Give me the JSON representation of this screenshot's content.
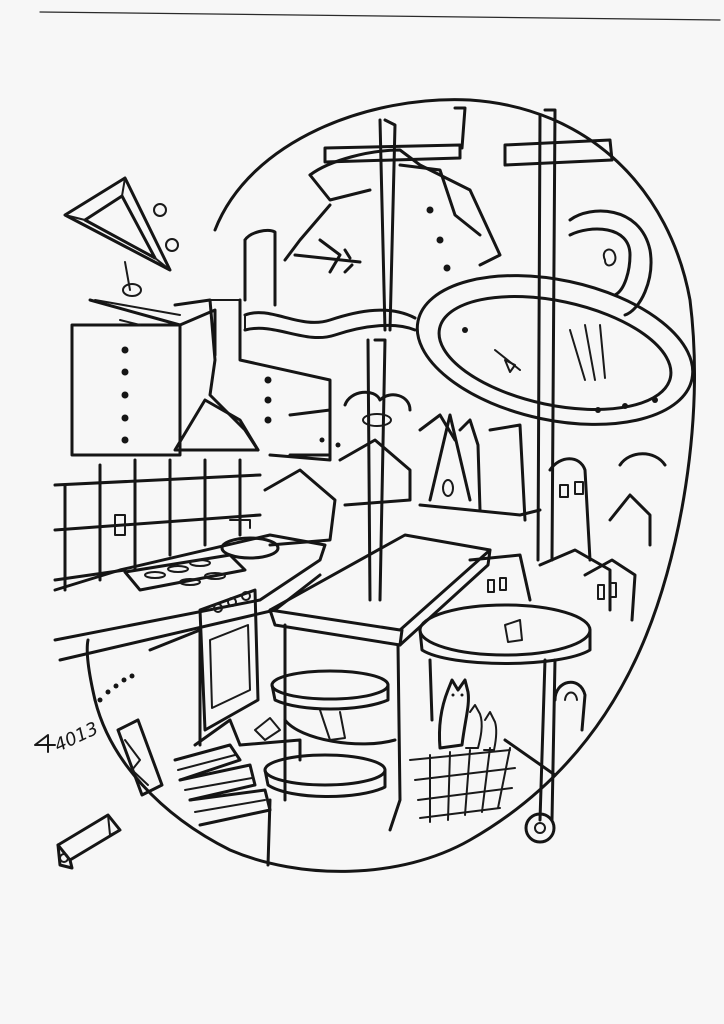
{
  "artwork": {
    "subject": "pen-drawing-kitchen-cityscape-oval",
    "medium": "ink-on-paper",
    "signature": "4013"
  },
  "colors": {
    "paper": "#f7f7f7",
    "ink": "#151515"
  }
}
